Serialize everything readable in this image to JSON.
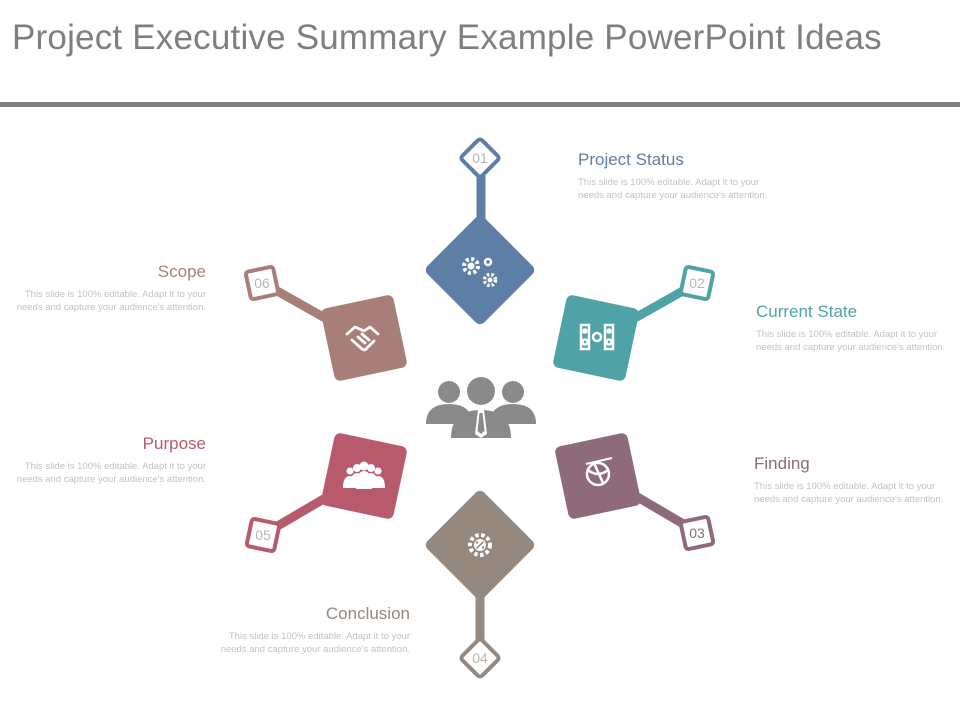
{
  "title": "Project Executive Summary Example PowerPoint Ideas",
  "colors": {
    "title": "#7f7f7f",
    "rule": "#7e7e7e",
    "blue": "#5e7fa5",
    "teal": "#4fa3a6",
    "mauve": "#8e6a7a",
    "taupe": "#94887f",
    "rose": "#b65a6c",
    "brown": "#a77f78",
    "center": "#8a8a8a",
    "body_text": "#c2c2c2"
  },
  "center_icon": "team-of-three-people-icon",
  "items": [
    {
      "number": "01",
      "heading": "Project Status",
      "text": "This slide is 100% editable. Adapt it to your needs and capture your audience's attention.",
      "color": "#5e7fa5",
      "icon": "gears-icon"
    },
    {
      "number": "02",
      "heading": "Current State",
      "text": "This slide is 100% editable. Adapt it to your needs and capture your audience's attention.",
      "color": "#4fa3a6",
      "icon": "speakers-icon"
    },
    {
      "number": "03",
      "heading": "Finding",
      "text": "This slide is 100% editable. Adapt it to your needs and capture your audience's attention.",
      "color": "#8e6a7a",
      "icon": "globe-icon"
    },
    {
      "number": "04",
      "heading": "Conclusion",
      "text": "This slide is 100% editable. Adapt it to your needs and capture your audience's attention.",
      "color": "#94887f",
      "icon": "gear-percent-icon"
    },
    {
      "number": "05",
      "heading": "Purpose",
      "text": "This slide is 100% editable. Adapt it to your needs and capture your audience's attention.",
      "color": "#b65a6c",
      "icon": "group-icon"
    },
    {
      "number": "06",
      "heading": "Scope",
      "text": "This slide is 100% editable. Adapt it to your needs and capture your audience's attention.",
      "color": "#a77f78",
      "icon": "handshake-icon"
    }
  ]
}
